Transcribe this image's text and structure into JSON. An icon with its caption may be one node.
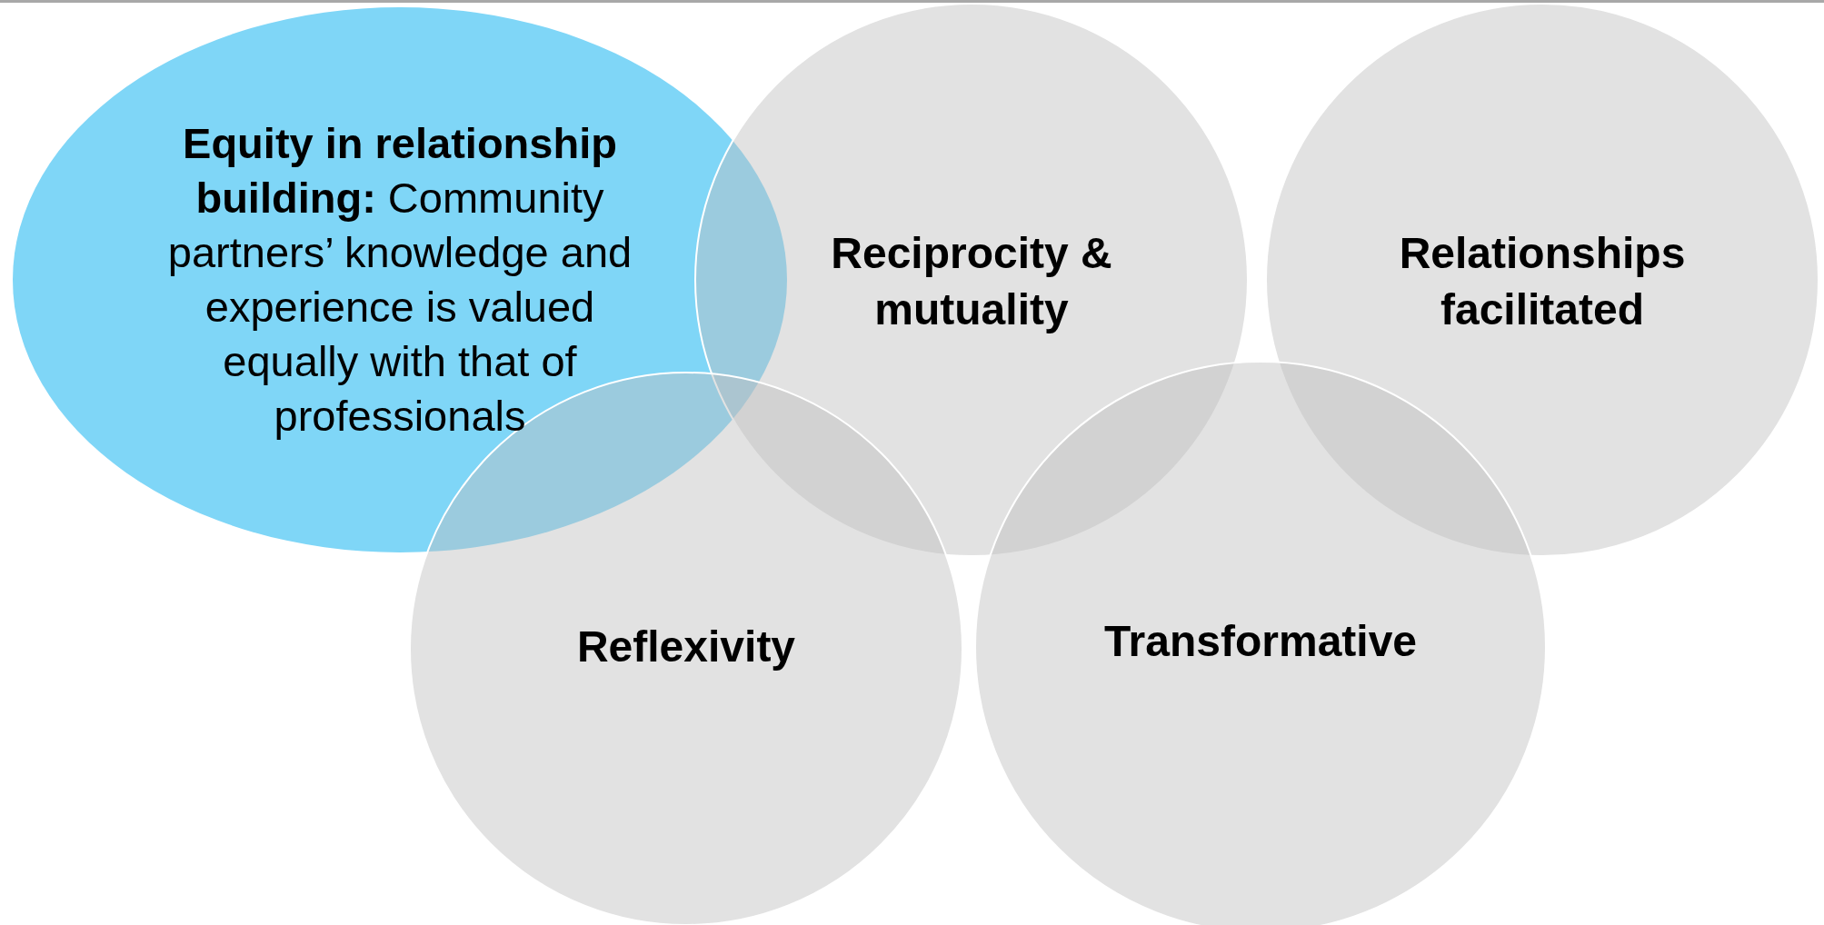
{
  "diagram": {
    "nodes": [
      {
        "text": [
          "**Equity in relationship building:** Community partners’ knowledge and experience is valued equally with that of professionals"
        ]
      },
      {
        "text": [
          "Reciprocity & mutuality"
        ]
      },
      {
        "text": [
          "Relationships facilitated"
        ]
      },
      {
        "text": [
          "Reflexivity"
        ]
      },
      {
        "text": [
          "Transformative"
        ]
      }
    ]
  }
}
